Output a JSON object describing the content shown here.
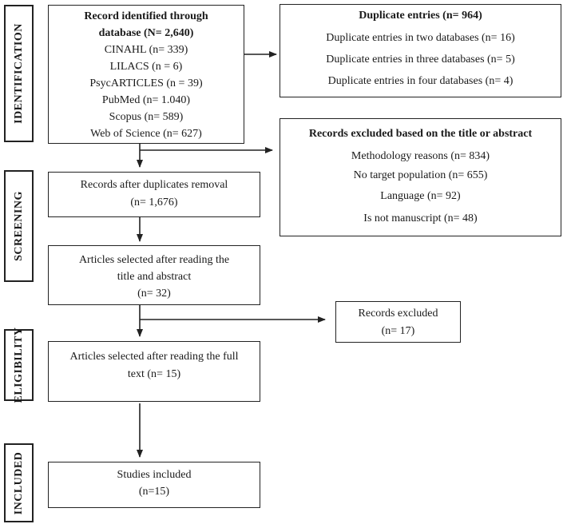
{
  "stages": {
    "identification": "IDENTIFICATION",
    "screening": "SCREENING",
    "eligibility": "ELIGIBILITY",
    "included": "INCLUDED"
  },
  "identified": {
    "title_line1": "Record identified through",
    "title_line2": "database (N= 2,640)",
    "sources": [
      "CINAHL (n= 339)",
      "LILACS (n = 6)",
      "PsycARTICLES (n = 39)",
      "PubMed (n= 1.040)",
      "Scopus (n= 589)",
      "Web of Science (n= 627)"
    ]
  },
  "duplicates": {
    "title": "Duplicate entries (n= 964)",
    "items": [
      "Duplicate entries in two databases (n= 16)",
      "Duplicate entries in three databases (n= 5)",
      "Duplicate entries in four databases (n= 4)"
    ]
  },
  "excluded_title_abstract": {
    "title": "Records excluded based on the title or abstract",
    "items": [
      "Methodology reasons (n= 834)",
      "No target population (n= 655)",
      "Language (n= 92)",
      "Is not manuscript (n= 48)"
    ]
  },
  "after_duplicates": {
    "line1": "Records after duplicates removal",
    "line2": "(n= 1,676)"
  },
  "selected_title_abstract": {
    "line1": "Articles selected after reading the",
    "line2": "title and abstract",
    "line3": "(n= 32)"
  },
  "records_excluded": {
    "line1": "Records excluded",
    "line2": "(n= 17)"
  },
  "selected_full_text": {
    "line1": "Articles selected after reading the full",
    "line2": "text (n= 15)"
  },
  "studies_included": {
    "line1": "Studies included",
    "line2": "(n=15)"
  }
}
